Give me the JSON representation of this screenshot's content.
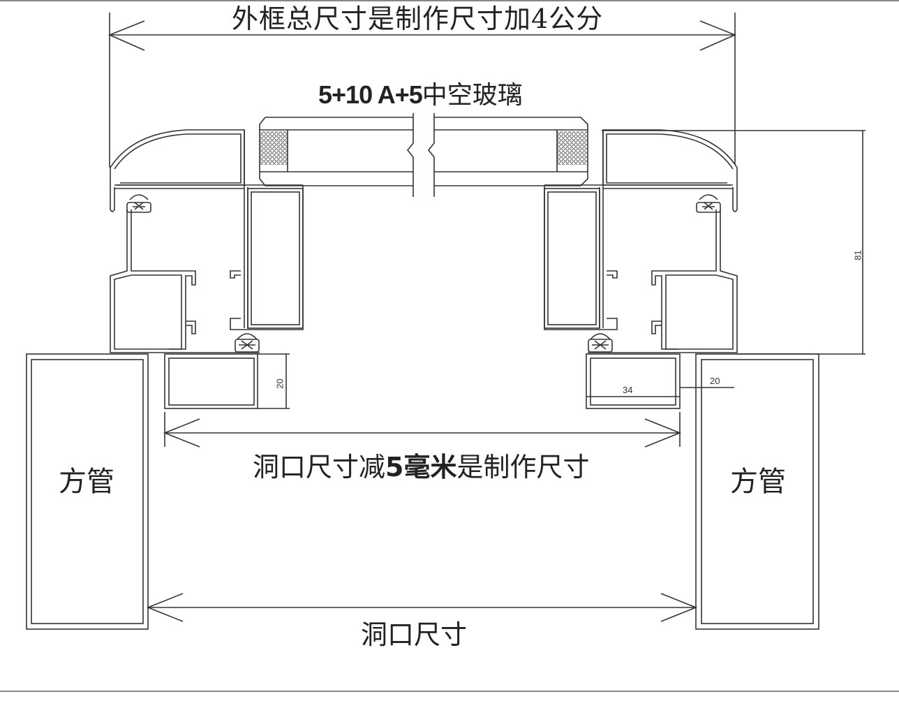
{
  "diagram": {
    "type": "window-frame-cross-section",
    "labels": {
      "top_dimension": "外框总尺寸是制作尺寸加4公分",
      "glass_number": "5+10 A+5",
      "glass_text": "中空玻璃",
      "middle_dimension_prefix": "洞口尺寸减",
      "middle_dimension_bold": "5毫米",
      "middle_dimension_suffix": "是制作尺寸",
      "bottom_dimension": "洞口尺寸",
      "left_tube": "方管",
      "right_tube": "方管"
    },
    "dimensions": {
      "frame_height": "81",
      "left_sill_height": "20",
      "right_sill_width": "34",
      "right_gap": "20"
    },
    "colors": {
      "line": "#333333",
      "background": "#ffffff",
      "text": "#222222"
    }
  }
}
